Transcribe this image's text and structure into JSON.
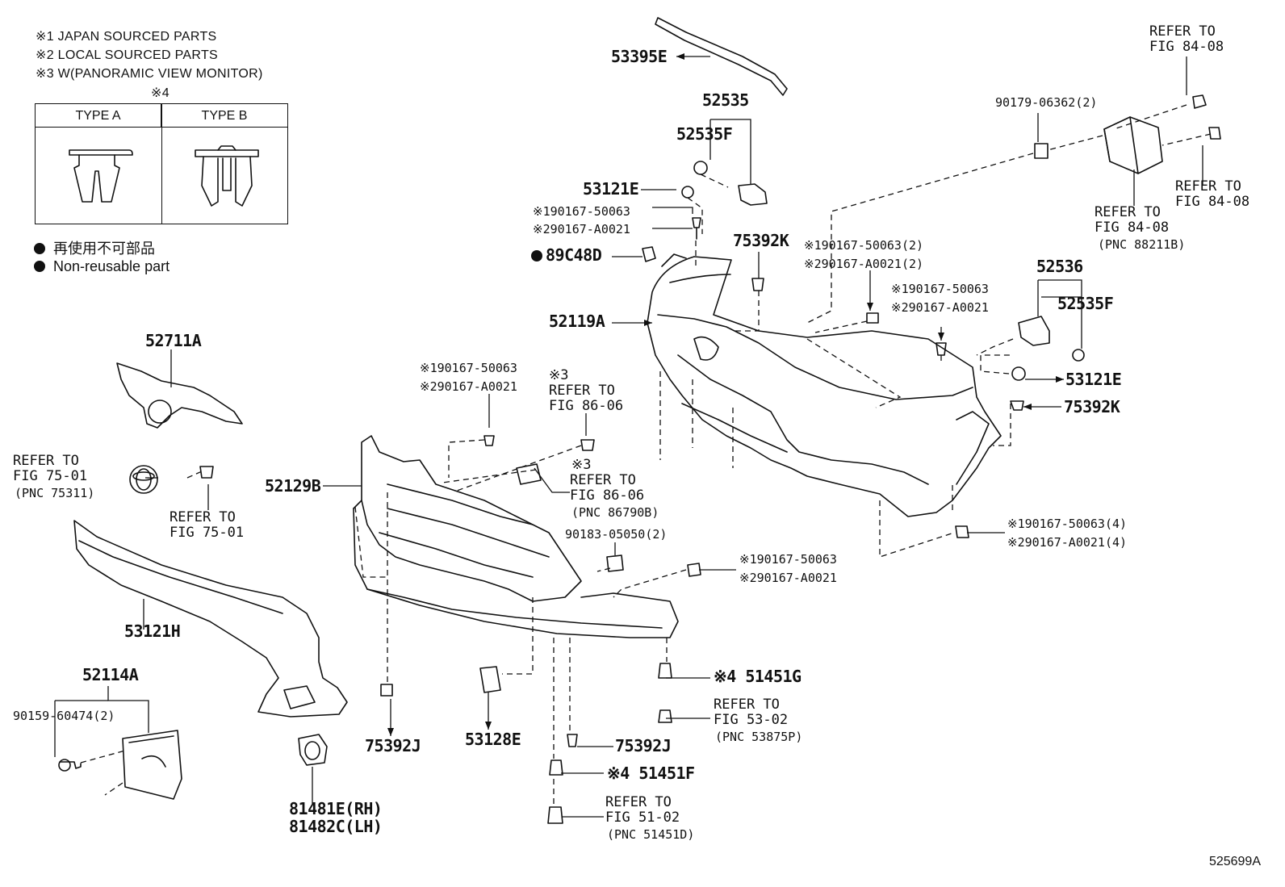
{
  "notes": {
    "n1": "※1 JAPAN SOURCED PARTS",
    "n2": "※2 LOCAL SOURCED PARTS",
    "n3": "※3 W(PANORAMIC VIEW MONITOR)",
    "n4": "※4"
  },
  "type_table": {
    "col_a": "TYPE A",
    "col_b": "TYPE B"
  },
  "legend": {
    "jp": "再使用不可部品",
    "en": "Non-reusable part"
  },
  "labels": {
    "p53395E": "53395E",
    "p52535": "52535",
    "p52535F_top": "52535F",
    "p53121E_top": "53121E",
    "p90167_50063_a": "※190167-50063",
    "p90167_A0021_a": "※290167-A0021",
    "p89C48D": "89C48D",
    "p75392K_top": "75392K",
    "p90167_50063_2": "※190167-50063(2)",
    "p90167_A0021_2": "※290167-A0021(2)",
    "p52119A": "52119A",
    "p90167_50063_b": "※190167-50063",
    "p90167_A0021_b": "※290167-A0021",
    "p90179": "90179-06362(2)",
    "ref_84_08_a1": "REFER TO",
    "ref_84_08_a2": "FIG 84-08",
    "ref_84_08_b1": "REFER TO",
    "ref_84_08_b2": "FIG 84-08",
    "ref_84_08_c1": "REFER TO",
    "ref_84_08_c2": "FIG 84-08",
    "ref_84_08_c3": "(PNC 88211B)",
    "p52536": "52536",
    "p52535F_right": "52535F",
    "p53121E_right": "53121E",
    "p75392K_right": "75392K",
    "p52711A": "52711A",
    "ref_75_01_a1": "REFER TO",
    "ref_75_01_a2": "FIG 75-01",
    "ref_75_01_a3": "(PNC 75311)",
    "ref_75_01_b1": "REFER TO",
    "ref_75_01_b2": "FIG 75-01",
    "p90167_50063_c": "※190167-50063",
    "p90167_A0021_c": "※290167-A0021",
    "ref_86_06_a0": "※3",
    "ref_86_06_a1": "REFER TO",
    "ref_86_06_a2": "FIG 86-06",
    "ref_86_06_b0": "※3",
    "ref_86_06_b1": "REFER TO",
    "ref_86_06_b2": "FIG 86-06",
    "ref_86_06_b3": "(PNC 86790B)",
    "p52129B": "52129B",
    "p90183": "90183-05050(2)",
    "p90167_50063_d": "※190167-50063",
    "p90167_A0021_d": "※290167-A0021",
    "p90167_50063_4": "※190167-50063(4)",
    "p90167_A0021_4": "※290167-A0021(4)",
    "p53121H": "53121H",
    "p52114A": "52114A",
    "p90159": "90159-60474(2)",
    "p75392J_left": "75392J",
    "p53128E": "53128E",
    "p51451G": "※4 51451G",
    "ref_53_02_1": "REFER TO",
    "ref_53_02_2": "FIG 53-02",
    "ref_53_02_3": "(PNC 53875P)",
    "p75392J_right": "75392J",
    "p51451F": "※4 51451F",
    "ref_51_02_1": "REFER TO",
    "ref_51_02_2": "FIG 51-02",
    "ref_51_02_3": "(PNC 51451D)",
    "p81481E": "81481E(RH)",
    "p81482C": "81482C(LH)"
  },
  "diagram_id": "525699A"
}
